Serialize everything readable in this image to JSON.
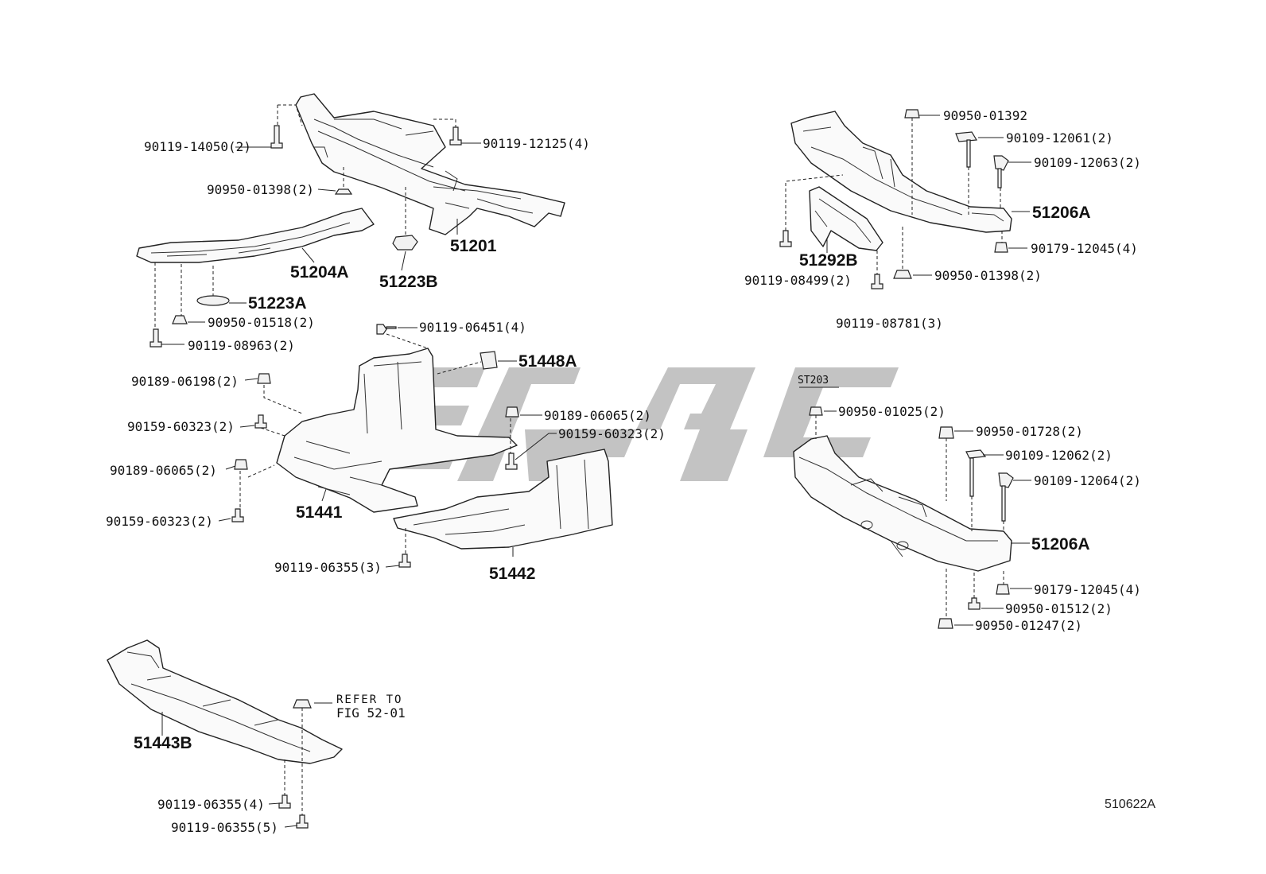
{
  "labels": {
    "p90119_14050": "90119-14050(2)",
    "p90950_01398_a": "90950-01398(2)",
    "p90119_12125": "90119-12125(4)",
    "p51201": "51201",
    "p51204A": "51204A",
    "p51223B": "51223B",
    "p51223A": "51223A",
    "p90950_01518": "90950-01518(2)",
    "p90119_08963": "90119-08963(2)",
    "p90119_06451": "90119-06451(4)",
    "p51448A": "51448A",
    "p90189_06198": "90189-06198(2)",
    "p90159_60323_a": "90159-60323(2)",
    "p90189_06065_a": "90189-06065(2)",
    "p90159_60323_b": "90159-60323(2)",
    "p90189_06065_b": "90189-06065(2)",
    "p90159_60323_c": "90159-60323(2)",
    "p51441": "51441",
    "p51442": "51442",
    "p90119_06355_a": "90119-06355(3)",
    "p51443B": "51443B",
    "p90119_06355_b": "90119-06355(4)",
    "p90119_06355_c": "90119-06355(5)",
    "refer_to_line1": "REFER TO",
    "refer_to_line2": "FIG 52-01",
    "p90950_01392": "90950-01392",
    "p90109_12061": "90109-12061(2)",
    "p90109_12063": "90109-12063(2)",
    "p51206A_top": "51206A",
    "p90179_12045_a": "90179-12045(4)",
    "p51292B": "51292B",
    "p90950_01398_b": "90950-01398(2)",
    "p90119_08499": "90119-08499(2)",
    "p90119_08781": "90119-08781(3)",
    "st203": "ST203",
    "p90950_01025": "90950-01025(2)",
    "p90950_01728": "90950-01728(2)",
    "p90109_12062": "90109-12062(2)",
    "p90109_12064": "90109-12064(2)",
    "p51206A_bottom": "51206A",
    "p90179_12045_b": "90179-12045(4)",
    "p90950_01512": "90950-01512(2)",
    "p90950_01247": "90950-01247(2)",
    "figure_code": "510622A"
  },
  "watermark": {
    "color": "#b9b9b9"
  }
}
